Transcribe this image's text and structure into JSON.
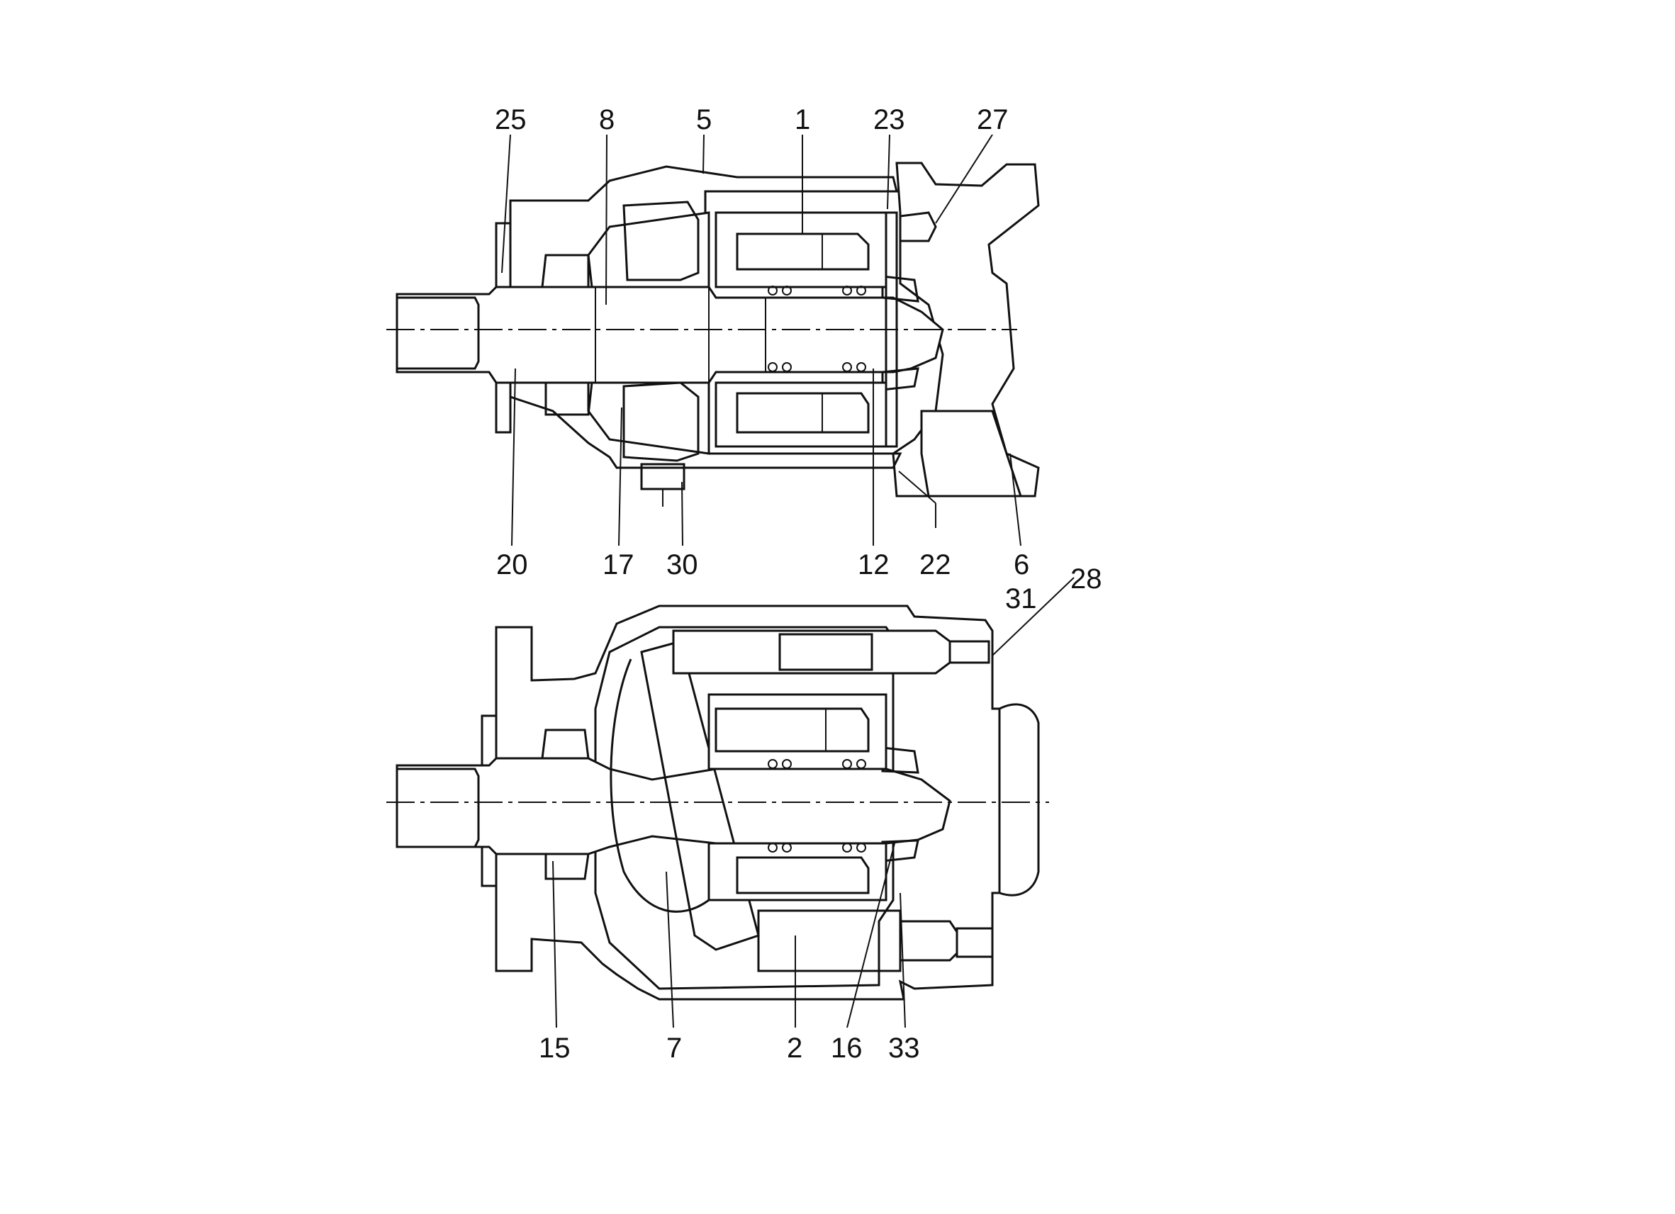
{
  "colors": {
    "ink": "#111111",
    "paper": "#ffffff"
  },
  "callouts_top": [
    {
      "id": "25",
      "label": "25"
    },
    {
      "id": "8",
      "label": "8"
    },
    {
      "id": "5",
      "label": "5"
    },
    {
      "id": "1",
      "label": "1"
    },
    {
      "id": "23",
      "label": "23"
    },
    {
      "id": "27",
      "label": "27"
    },
    {
      "id": "20",
      "label": "20"
    },
    {
      "id": "17",
      "label": "17"
    },
    {
      "id": "30",
      "label": "30"
    },
    {
      "id": "12",
      "label": "12"
    },
    {
      "id": "22",
      "label": "22"
    },
    {
      "id": "6",
      "label": "6"
    }
  ],
  "callouts_bottom": [
    {
      "id": "31",
      "label": "31"
    },
    {
      "id": "28",
      "label": "28"
    },
    {
      "id": "15",
      "label": "15"
    },
    {
      "id": "7",
      "label": "7"
    },
    {
      "id": "2",
      "label": "2"
    },
    {
      "id": "16",
      "label": "16"
    },
    {
      "id": "33",
      "label": "33"
    }
  ]
}
